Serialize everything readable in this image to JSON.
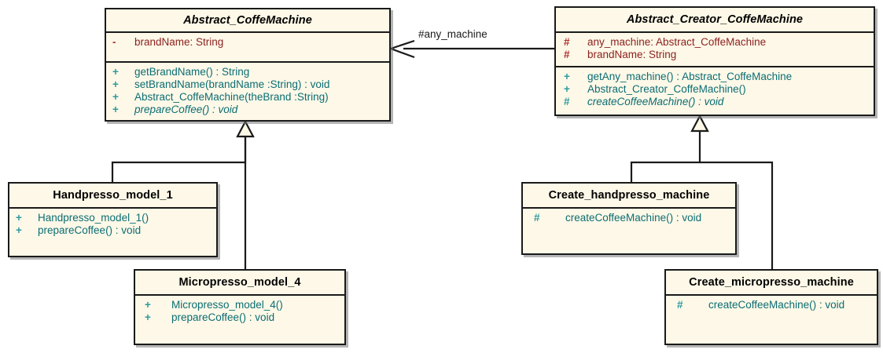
{
  "diagram": {
    "kind": "uml-class-diagram",
    "background": "#ffffff",
    "box_fill": "#fdf8e7",
    "border_color": "#1a1a1a",
    "attribute_color": "#8c1f1f",
    "operation_color": "#0b6d74",
    "title_color": "#000000"
  },
  "classes": {
    "abstract_coffemachine": {
      "name": "Abstract_CoffeMachine",
      "stereotype": "abstract",
      "attributes": [
        {
          "visibility": "-",
          "text": "brandName:  String"
        }
      ],
      "operations": [
        {
          "visibility": "+",
          "text": "getBrandName() : String",
          "abstract": false
        },
        {
          "visibility": "+",
          "text": "setBrandName(brandName :String) : void",
          "abstract": false
        },
        {
          "visibility": "+",
          "text": "Abstract_CoffeMachine(theBrand :String)",
          "abstract": false
        },
        {
          "visibility": "+",
          "text": "prepareCoffee() : void",
          "abstract": true
        }
      ]
    },
    "abstract_creator_coffemachine": {
      "name": "Abstract_Creator_CoffeMachine",
      "stereotype": "abstract",
      "attributes": [
        {
          "visibility": "#",
          "text": "any_machine:  Abstract_CoffeMachine"
        },
        {
          "visibility": "#",
          "text": "brandName:  String"
        }
      ],
      "operations": [
        {
          "visibility": "+",
          "text": "getAny_machine() : Abstract_CoffeMachine",
          "abstract": false
        },
        {
          "visibility": "+",
          "text": "Abstract_Creator_CoffeMachine()",
          "abstract": false
        },
        {
          "visibility": "#",
          "text": "createCoffeeMachine() : void",
          "abstract": true
        }
      ]
    },
    "handpresso_model_1": {
      "name": "Handpresso_model_1",
      "stereotype": "concrete",
      "attributes": [],
      "operations": [
        {
          "visibility": "+",
          "text": "Handpresso_model_1()",
          "abstract": false
        },
        {
          "visibility": "+",
          "text": "prepareCoffee() : void",
          "abstract": false
        }
      ]
    },
    "micropresso_model_4": {
      "name": "Micropresso_model_4",
      "stereotype": "concrete",
      "attributes": [],
      "operations": [
        {
          "visibility": "+",
          "text": "Micropresso_model_4()",
          "abstract": false
        },
        {
          "visibility": "+",
          "text": "prepareCoffee() : void",
          "abstract": false
        }
      ]
    },
    "create_handpresso_machine": {
      "name": "Create_handpresso_machine",
      "stereotype": "concrete",
      "attributes": [],
      "operations": [
        {
          "visibility": "#",
          "text": "createCoffeeMachine() : void",
          "abstract": false
        }
      ]
    },
    "create_micropresso_machine": {
      "name": "Create_micropresso_machine",
      "stereotype": "concrete",
      "attributes": [],
      "operations": [
        {
          "visibility": "#",
          "text": "createCoffeeMachine() : void",
          "abstract": false
        }
      ]
    }
  },
  "relations": {
    "association": {
      "label": "#any_machine",
      "from": "abstract_creator_coffemachine",
      "to": "abstract_coffemachine",
      "arrow": "open"
    },
    "generalizations": [
      {
        "child": "handpresso_model_1",
        "parent": "abstract_coffemachine"
      },
      {
        "child": "micropresso_model_4",
        "parent": "abstract_coffemachine"
      },
      {
        "child": "create_handpresso_machine",
        "parent": "abstract_creator_coffemachine"
      },
      {
        "child": "create_micropresso_machine",
        "parent": "abstract_creator_coffemachine"
      }
    ]
  }
}
